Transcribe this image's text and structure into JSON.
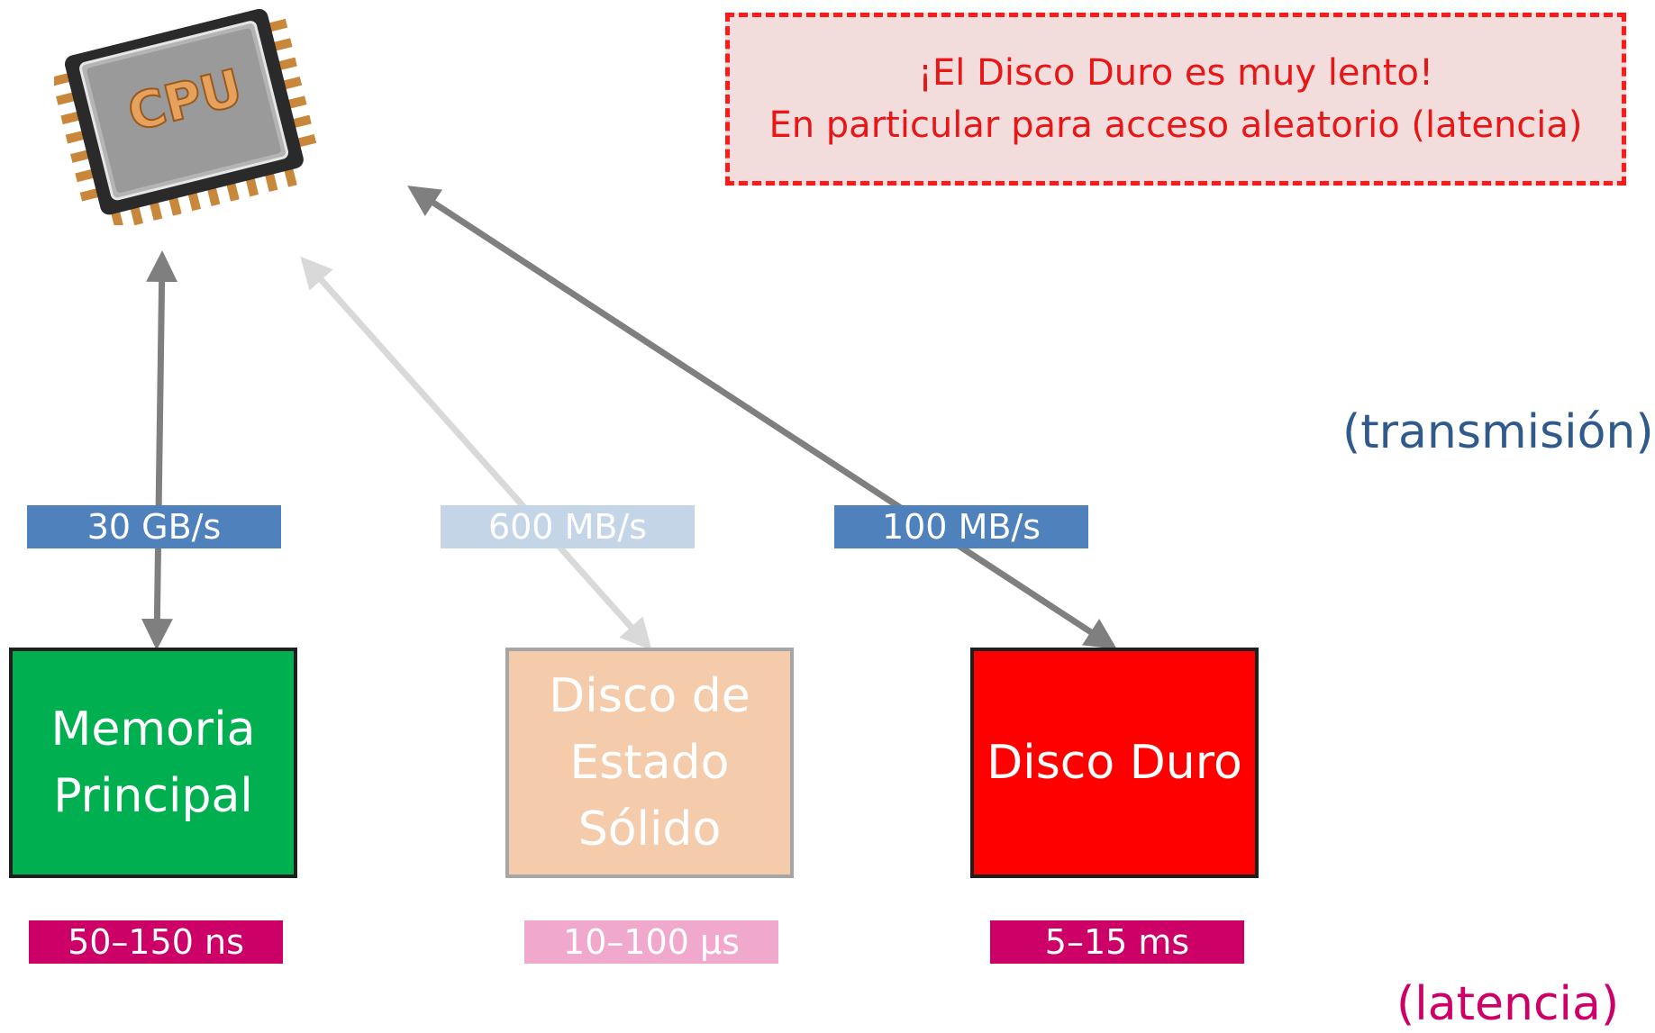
{
  "warning": {
    "line1": "¡El Disco Duro es muy lento!",
    "line2": "En particular para acceso aleatorio (latencia)"
  },
  "cpu": {
    "label": "CPU"
  },
  "devices": {
    "ram": {
      "label_line1": "Memoria",
      "label_line2": "Principal",
      "rate": "30 GB/s",
      "latency": "50–150 ns"
    },
    "ssd": {
      "label_line1": "Disco de",
      "label_line2": "Estado",
      "label_line3": "Sólido",
      "rate": "600 MB/s",
      "latency": "10–100 µs"
    },
    "hdd": {
      "label": "Disco Duro",
      "rate": "100 MB/s",
      "latency": "5–15 ms"
    }
  },
  "legend": {
    "transmission": "(transmisión)",
    "latency": "(latencia)"
  },
  "colors": {
    "ram": "#00b050",
    "ssd": "#f4ccac",
    "hdd": "#ff0000",
    "rate_tag": "#4f81bd",
    "latency_tag": "#cc0066",
    "warning_border": "#ff1a1a"
  }
}
